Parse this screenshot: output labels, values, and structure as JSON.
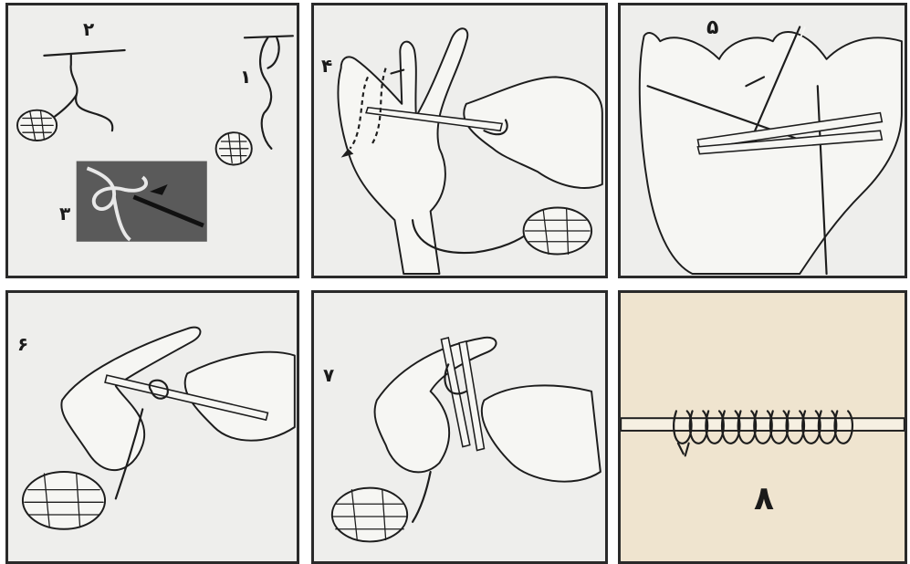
{
  "steps": [
    {
      "id": "p1",
      "labels": [
        "۲",
        "۱",
        "۳"
      ]
    },
    {
      "id": "p2",
      "labels": [
        "۴"
      ]
    },
    {
      "id": "p3",
      "labels": [
        "۵"
      ]
    },
    {
      "id": "p4",
      "labels": [
        "۶"
      ]
    },
    {
      "id": "p5",
      "labels": [
        "۷"
      ]
    },
    {
      "id": "p6",
      "labels": [
        "۸"
      ]
    }
  ],
  "colors": {
    "panel_bg": "#eeeeec",
    "final_bg": "#efe4cf",
    "ink": "#1d1d1d",
    "photo_inset": "#5a5a5a"
  }
}
